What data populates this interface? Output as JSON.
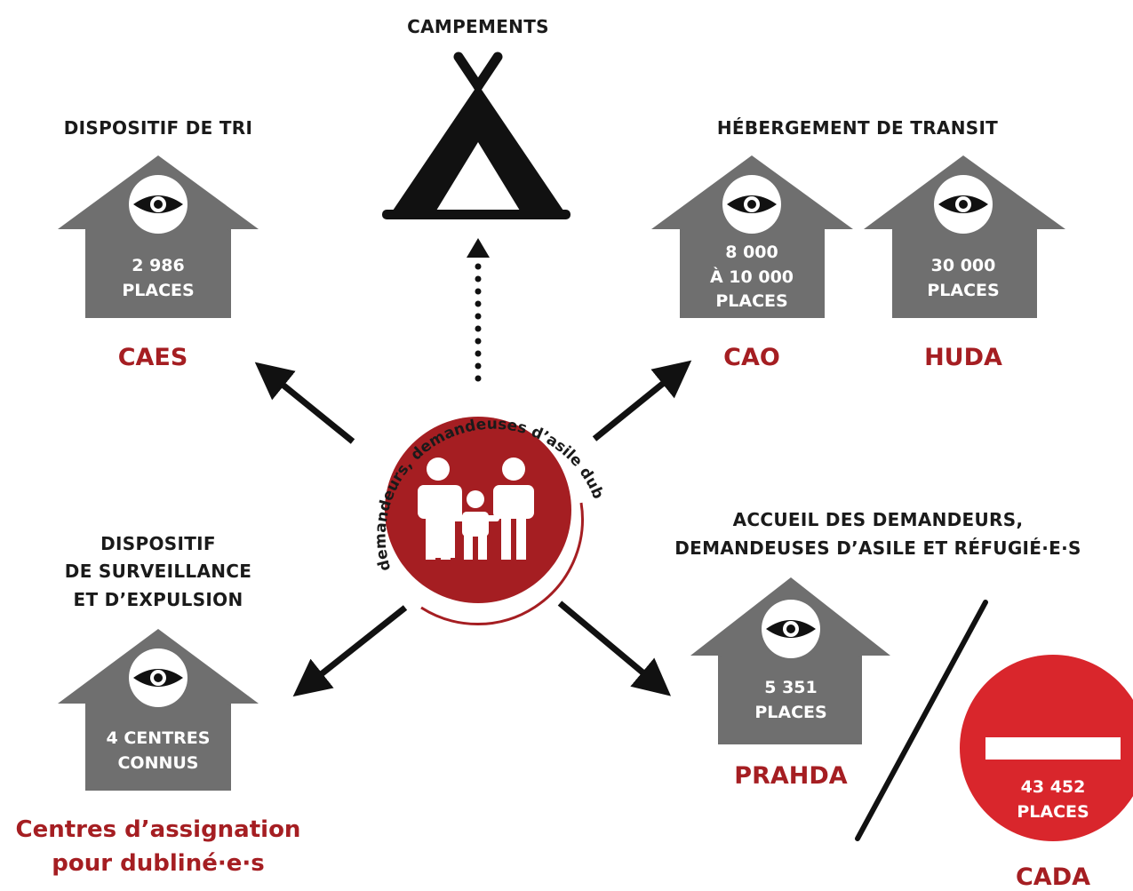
{
  "colors": {
    "house": "#6f6f6f",
    "accent": "#a51e22",
    "stop_sign": "#d9262c",
    "ink": "#111111"
  },
  "center": {
    "arc_label": "demandeurs, demandeuses d’asile dublinées",
    "icon": "family-icon"
  },
  "camp": {
    "title": "CAMPEMENTS",
    "icon": "tent-icon"
  },
  "tri": {
    "title": "DISPOSITIF DE TRI",
    "house_line1": "2 986",
    "house_line2": "PLACES",
    "name": "CAES"
  },
  "transit": {
    "title": "HÉBERGEMENT DE TRANSIT",
    "cao": {
      "line1": "8 000",
      "line2": "À 10 000",
      "line3": "PLACES",
      "name": "CAO"
    },
    "huda": {
      "line1": "30 000",
      "line2": "PLACES",
      "name": "HUDA"
    }
  },
  "surveillance": {
    "title_line1": "DISPOSITIF",
    "title_line2": "DE SURVEILLANCE",
    "title_line3": "ET D’EXPULSION",
    "house_line1": "4 CENTRES",
    "house_line2": "CONNUS",
    "name_line1": "Centres d’assignation",
    "name_line2": "pour dubliné·e·s"
  },
  "accueil": {
    "title_line1": "ACCUEIL DES DEMANDEURS,",
    "title_line2": "DEMANDEUSES D’ASILE ET RÉFUGIÉ·E·S",
    "prahda": {
      "line1": "5 351",
      "line2": "PLACES",
      "name": "PRAHDA"
    },
    "cada": {
      "line1": "43 452",
      "line2": "PLACES",
      "name": "CADA"
    }
  }
}
